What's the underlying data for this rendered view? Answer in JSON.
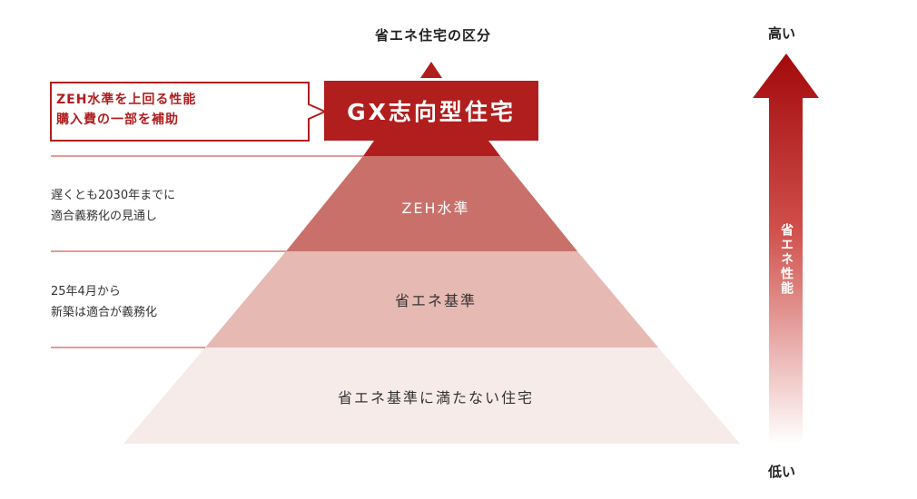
{
  "title": "省エネ住宅の区分",
  "levels": {
    "gx": "GX志向型住宅",
    "zeh": "ZEH水準",
    "kijun": "省エネ基準",
    "below": "省エネ基準に満たない住宅"
  },
  "callout": {
    "line1": "ZEH水準を上回る性能",
    "line2": "購入費の一部を補助"
  },
  "notes": {
    "zeh_line1": "遅くとも2030年までに",
    "zeh_line2": "適合義務化の見通し",
    "kijun_line1": "25年4月から",
    "kijun_line2": "新築は適合が義務化"
  },
  "axis": {
    "label": "省エネ性能",
    "high": "高い",
    "low": "低い"
  },
  "colors": {
    "gx": "#b01e1e",
    "zeh": "#c9706a",
    "kijun": "#e6b9b3",
    "below": "#f7ebea",
    "divider": "#c0392b"
  }
}
